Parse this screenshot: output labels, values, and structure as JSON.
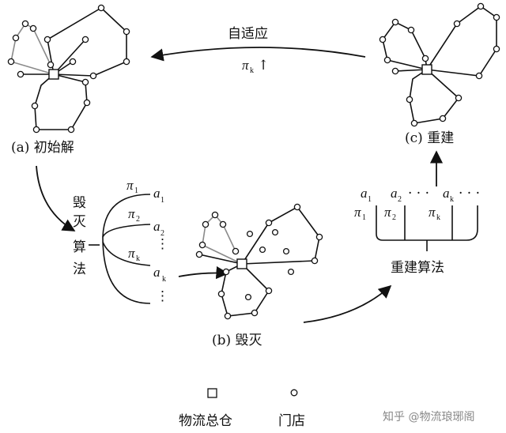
{
  "panels": {
    "a_caption": "(a) 初始解",
    "b_caption": "(b) 毁灭",
    "c_caption": "(c) 重建"
  },
  "adapt": {
    "label": "自适应",
    "pi": "π",
    "pi_sub": "k",
    "up_arrow": "↑"
  },
  "destroy": {
    "chars": [
      "毁",
      "灭",
      "算",
      "法"
    ],
    "branches": [
      {
        "pi_sub": "1",
        "a_sub": "1"
      },
      {
        "pi_sub": "2",
        "a_sub": "2"
      },
      {
        "pi_sub": "k",
        "a_sub": "k"
      }
    ],
    "pi": "π",
    "a": "a",
    "vdots": "⋮"
  },
  "rebuild": {
    "label": "重建算法",
    "pi": "π",
    "a": "a",
    "a_subs": [
      "1",
      "2",
      "k"
    ],
    "pi_subs": [
      "1",
      "2",
      "k"
    ],
    "dots": "· · ·"
  },
  "legend": {
    "depot": "物流总仓",
    "store": "门店"
  },
  "watermark": "知乎 @物流琅琊阁",
  "colors": {
    "line": "#111111",
    "gray_route": "#8a8a8a"
  }
}
